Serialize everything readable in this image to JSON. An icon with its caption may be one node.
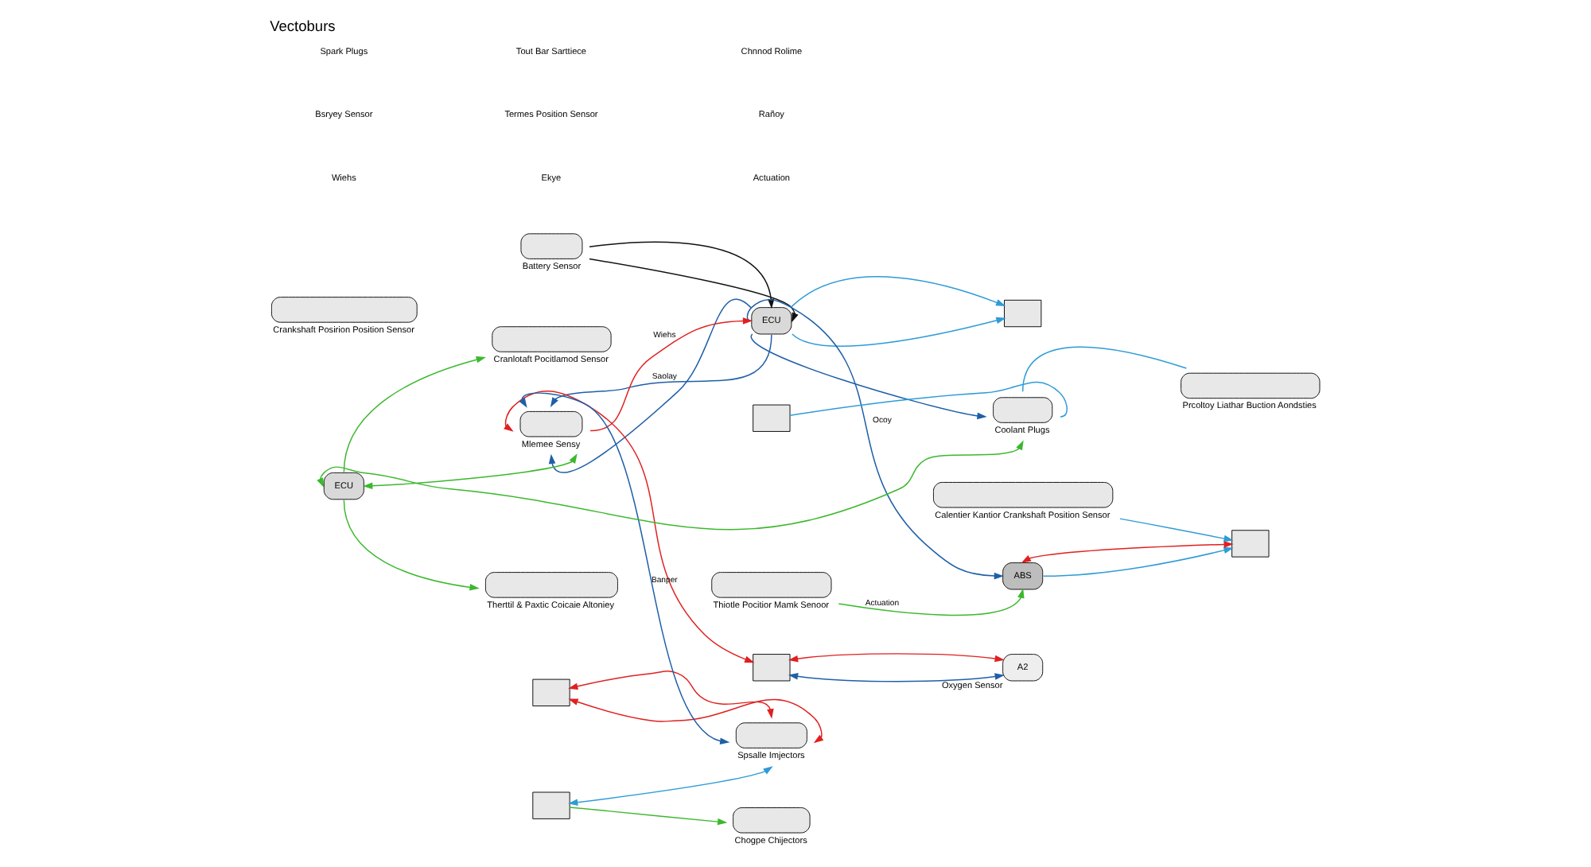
{
  "diagram": {
    "title": "Vectoburs",
    "nodes": [
      {
        "text": [],
        "shape": "box"
      },
      {
        "text": [
          "A2"
        ],
        "beside": [
          "Oxygen Sensor"
        ]
      },
      {
        "text": [],
        "shape": "box",
        "beside": [
          "Crankshaft Posirion Position Sensor"
        ]
      },
      {
        "text": [],
        "shape": "box",
        "beside": [
          "Battery Sensor"
        ]
      },
      {
        "text": [
          "ECU"
        ]
      },
      {
        "text": [],
        "shape": "box",
        "beside": [
          "Chogpe Chijectors"
        ]
      },
      {
        "text": [],
        "shape": "box"
      },
      {
        "text": [],
        "shape": "box"
      },
      {
        "text": [],
        "shape": "box",
        "beside": [
          "Spsalle Imjectors"
        ]
      },
      {
        "text": [],
        "shape": "box",
        "beside": [
          "Mlemee Sensy"
        ]
      },
      {
        "text": [],
        "shape": "box"
      },
      {
        "text": [],
        "shape": "box",
        "beside": [
          "Coolant Plugs"
        ]
      },
      {
        "text": [],
        "shape": "box",
        "beside": [
          "Prcoltoy Liathar Buction Aondsties"
        ]
      },
      {
        "text": [
          "ECU"
        ]
      },
      {
        "text": [],
        "shape": "box"
      },
      {
        "text": [
          "ABS"
        ]
      },
      {
        "text": [],
        "shape": "box"
      },
      {
        "text": [],
        "shape": "box",
        "beside": [
          "Calentier Kantior Crankshaft Position Sensor"
        ]
      },
      {
        "text": [],
        "shape": "box",
        "beside": [
          "Cranlotaft Pocitlamod Sensor"
        ]
      },
      {
        "text": [],
        "shape": "box",
        "beside": [
          "Thiotle Pocitior Mamk Senoor"
        ]
      },
      {
        "text": [],
        "shape": "box",
        "beside": [
          "Therttil & Paxtic Coicaie Altoniey"
        ]
      }
    ],
    "edges": [
      {
        "from": 0,
        "to": 1,
        "arrow": "both",
        "color": "#1f5fa8"
      },
      {
        "from": 0,
        "to": 1,
        "arrow": "both",
        "color": "#e02020"
      },
      {
        "from": 9,
        "to": 0,
        "arrow": "both",
        "color": "#e02020"
      },
      {
        "from": 9,
        "to": 4,
        "arrow": "to",
        "color": "#e02020",
        "label": "Wiehs"
      },
      {
        "from": 3,
        "to": 4,
        "arrow": "to",
        "color": "#111111"
      },
      {
        "from": 3,
        "to": 4,
        "arrow": "to",
        "color": "#111111"
      },
      {
        "from": 4,
        "to": 9,
        "arrow": "to",
        "color": "#1f5fa8",
        "label": "Saolay"
      },
      {
        "from": 4,
        "to": 9,
        "arrow": "to",
        "color": "#1f5fa8"
      },
      {
        "from": 9,
        "to": 8,
        "arrow": "both",
        "color": "#1f5fa8",
        "label": "Banper"
      },
      {
        "from": 7,
        "to": 8,
        "arrow": "both",
        "color": "#e02020"
      },
      {
        "from": 7,
        "to": 8,
        "arrow": "both",
        "color": "#e02020"
      },
      {
        "from": 6,
        "to": 8,
        "arrow": "both",
        "color": "#2e9bd6"
      },
      {
        "from": 6,
        "to": 5,
        "arrow": "to",
        "color": "#3cb82e"
      },
      {
        "from": 4,
        "to": 14,
        "arrow": "to",
        "color": "#2e9bd6"
      },
      {
        "from": 4,
        "to": 14,
        "arrow": "to",
        "color": "#2e9bd6"
      },
      {
        "from": 4,
        "to": 11,
        "arrow": "to",
        "color": "#1f5fa8"
      },
      {
        "from": 10,
        "to": 11,
        "arrow": "none",
        "color": "#2e9bd6"
      },
      {
        "from": 11,
        "to": 12,
        "arrow": "none",
        "color": "#2e9bd6"
      },
      {
        "from": 13,
        "to": 11,
        "arrow": "both",
        "color": "#3cb82e"
      },
      {
        "from": 13,
        "to": 9,
        "arrow": "both",
        "color": "#3cb82e"
      },
      {
        "from": 4,
        "to": 15,
        "arrow": "to",
        "color": "#1f5fa8",
        "label": "Ocoy"
      },
      {
        "from": 15,
        "to": 16,
        "arrow": "to",
        "color": "#2e9bd6"
      },
      {
        "from": 16,
        "to": 15,
        "arrow": "both",
        "color": "#e02020"
      },
      {
        "from": 19,
        "to": 15,
        "arrow": "to",
        "color": "#3cb82e",
        "label": "Actuation"
      },
      {
        "from": 13,
        "to": 18,
        "arrow": "to",
        "color": "#3cb82e"
      },
      {
        "from": 13,
        "to": 20,
        "arrow": "to",
        "color": "#3cb82e"
      },
      {
        "from": 17,
        "to": 16,
        "arrow": "to",
        "color": "#2e9bd6"
      }
    ],
    "labels": [
      "Wiehs",
      "Ekye",
      "Actuation",
      "Bsryey Sensor",
      "Termes Position Sensor",
      "Rañoy",
      "Spark Plugs",
      "Tout Bar Sarttiece",
      "Chnnod Rolime"
    ]
  }
}
